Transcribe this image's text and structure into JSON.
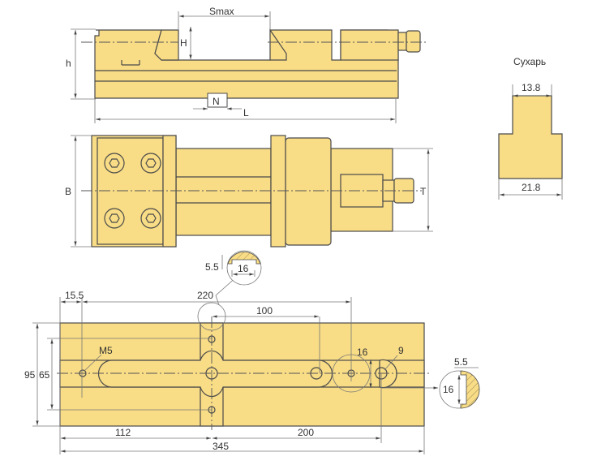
{
  "labels": {
    "smax": "Smax",
    "h_small": "H",
    "h_total": "h",
    "n": "N",
    "l": "L",
    "b": "B",
    "t": "T",
    "jaw_title": "Сухарь",
    "jaw_top_width": "13.8",
    "jaw_bottom_width": "21.8"
  },
  "bottom_view": {
    "dim_15_5": "15.5",
    "dim_220": "220",
    "dim_100": "100",
    "thread": "M5",
    "dim_16_hole": "16",
    "dim_9": "9",
    "dim_95": "95",
    "dim_65": "65",
    "dim_112": "112",
    "dim_200": "200",
    "dim_345": "345",
    "detail_top_depth": "5.5",
    "detail_top_width": "16",
    "detail_right_depth": "5.5",
    "detail_right_width": "16"
  },
  "colors": {
    "fill": "#F8DC86",
    "stroke": "#4a4a4a"
  }
}
